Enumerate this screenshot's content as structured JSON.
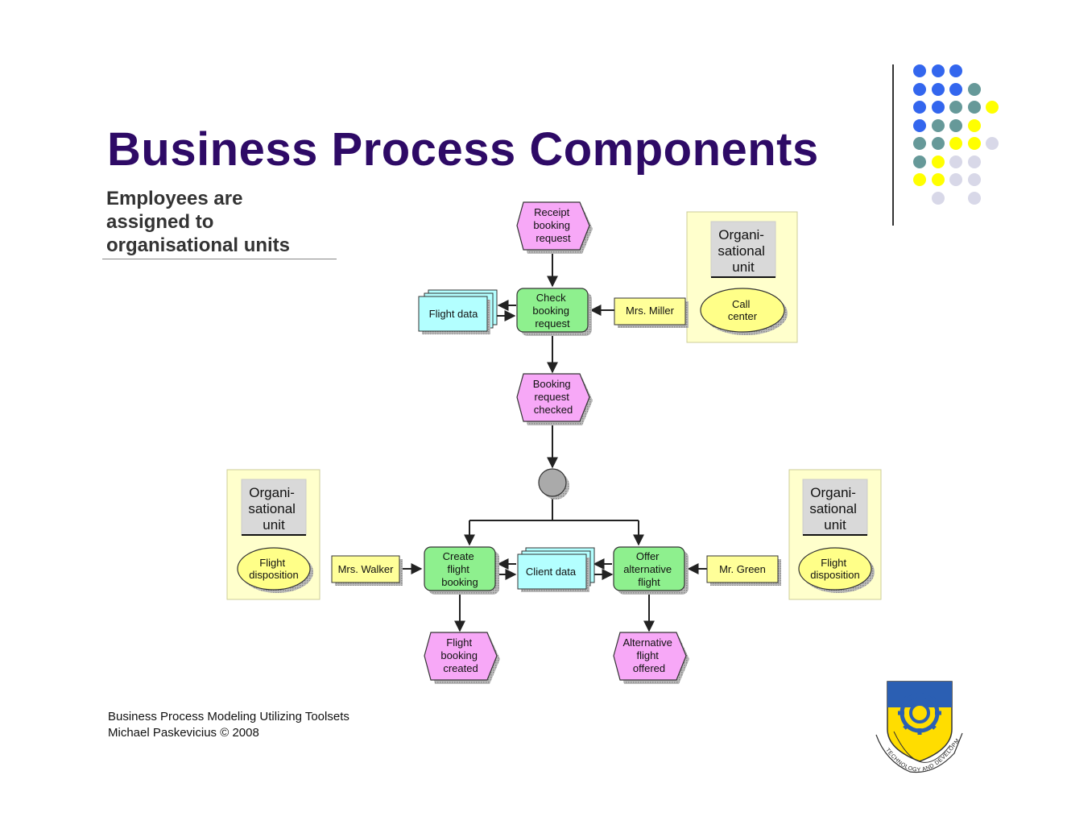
{
  "slide": {
    "title": "Business Process Components",
    "subtitle_lines": [
      "Employees are",
      "assigned to",
      "organisational units"
    ],
    "footer_lines": [
      "Business Process Modeling Utilizing Toolsets",
      "Michael Paskevicius © 2008"
    ],
    "logo_text": "TECHNOLOGY AND DEVELOPMENT"
  },
  "colors": {
    "title": "#2e0a66",
    "event": "#f7a8f7",
    "function": "#8ef08e",
    "data": "#b3ffff",
    "person": "#ffff99",
    "org_circle": "#ffff88",
    "org_panel": "#ffffcc",
    "org_label": "#d9d9d9",
    "connector": "#aaaaaa",
    "dot_blue": "#3366ee",
    "dot_teal": "#669999",
    "dot_yellow": "#ffff00",
    "dot_lavender": "#d8d8e8"
  },
  "diagram": {
    "events": {
      "receipt": [
        "Receipt",
        "booking",
        "request"
      ],
      "checked": [
        "Booking",
        "request",
        "checked"
      ],
      "created": [
        "Flight",
        "booking",
        "created"
      ],
      "offered": [
        "Alternative",
        "flight",
        "offered"
      ]
    },
    "functions": {
      "check": [
        "Check",
        "booking",
        "request"
      ],
      "create": [
        "Create",
        "flight",
        "booking"
      ],
      "offer": [
        "Offer",
        "alternative",
        "flight"
      ]
    },
    "data_objects": {
      "flight_data": "Flight data",
      "client_data": "Client data"
    },
    "persons": {
      "miller": "Mrs. Miller",
      "walker": "Mrs. Walker",
      "green": "Mr. Green"
    },
    "org_units": {
      "label": [
        "Organi-",
        "sational",
        "unit"
      ],
      "call_center": [
        "Call",
        "center"
      ],
      "flight_disposition": [
        "Flight",
        "disposition"
      ]
    }
  }
}
